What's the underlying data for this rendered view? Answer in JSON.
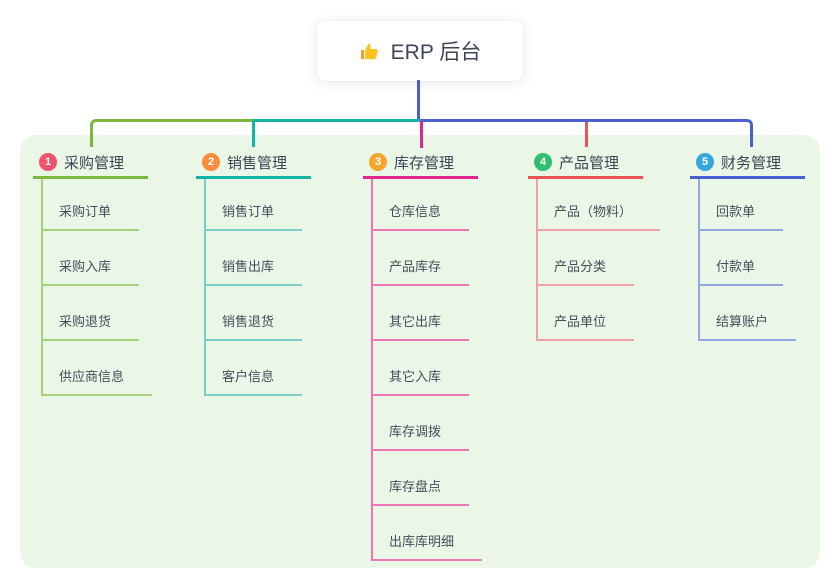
{
  "root": {
    "title": "ERP 后台",
    "icon": "thumbs-up-icon",
    "icon_color": "#fcc21b",
    "line_color": "#4a5fd0"
  },
  "panel_bg": "#ebf7e6",
  "branches": [
    {
      "badge": "1",
      "label": "采购管理",
      "badge_color": "#f0546c",
      "line_color": "#7db83e",
      "sub_line_color": "#a6d17c",
      "children": [
        "采购订单",
        "采购入库",
        "采购退货",
        "供应商信息"
      ]
    },
    {
      "badge": "2",
      "label": "销售管理",
      "badge_color": "#fa8c3e",
      "line_color": "#14b3a6",
      "sub_line_color": "#78cfc7",
      "children": [
        "销售订单",
        "销售出库",
        "销售退货",
        "客户信息"
      ]
    },
    {
      "badge": "3",
      "label": "库存管理",
      "badge_color": "#f3a72e",
      "line_color": "#e1268f",
      "sub_line_color": "#ee76b4",
      "children": [
        "仓库信息",
        "产品库存",
        "其它出库",
        "其它入库",
        "库存调拨",
        "库存盘点",
        "出库库明细"
      ]
    },
    {
      "badge": "4",
      "label": "产品管理",
      "badge_color": "#2ec06e",
      "line_color": "#e85458",
      "sub_line_color": "#f2a0a6",
      "children": [
        "产品（物料）",
        "产品分类",
        "产品单位"
      ]
    },
    {
      "badge": "5",
      "label": "财务管理",
      "badge_color": "#35a6df",
      "line_color": "#4a5fd0",
      "sub_line_color": "#93a6e0",
      "children": [
        "回款单",
        "付款单",
        "结算账户"
      ]
    }
  ]
}
